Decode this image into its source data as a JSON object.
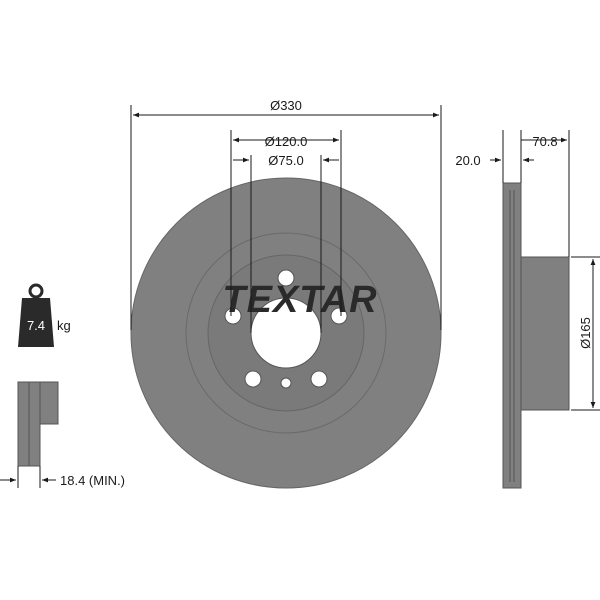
{
  "brand": {
    "name": "TEXTAR"
  },
  "weight": {
    "value": "7.4",
    "unit": "kg",
    "icon": "weight-icon"
  },
  "front_view": {
    "outer_diameter": "Ø330",
    "bolt_circle_diameter": "Ø120.0",
    "center_bore_diameter": "Ø75.0",
    "bolt_holes": 5
  },
  "side_view": {
    "disc_thickness": "20.0",
    "overall_height": "70.8",
    "hat_diameter": "Ø165"
  },
  "min_thickness": {
    "label": "18.4 (MIN.)",
    "icon": "min-thickness-icon"
  },
  "colors": {
    "disc_fill": "#808080",
    "disc_dark": "#6e6e6e",
    "line": "#1a1a1a",
    "weight_icon": "#2a2a2a"
  }
}
